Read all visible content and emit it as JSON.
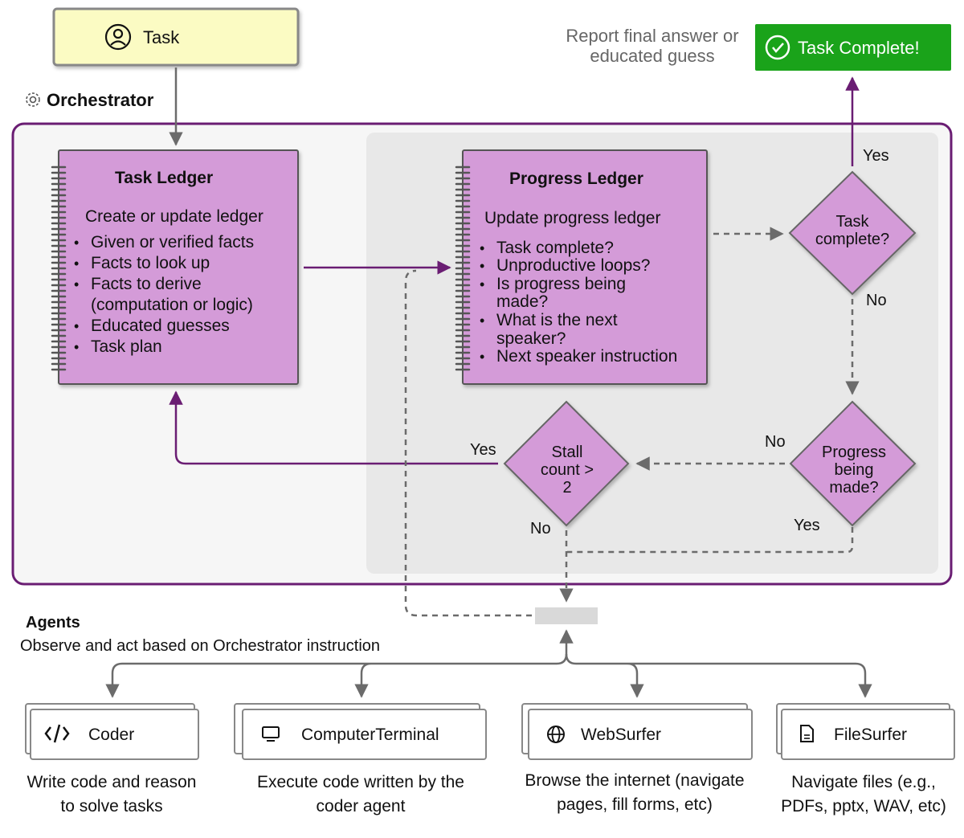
{
  "task": {
    "label": "Task",
    "icon": "user-circle-icon"
  },
  "orchestrator": {
    "label": "Orchestrator",
    "icon": "gear-icon"
  },
  "final": {
    "report_line1": "Report final answer or",
    "report_line2": "educated guess",
    "complete_label": "Task Complete!",
    "complete_icon": "check-circle-icon",
    "complete_color": "#1aa31a"
  },
  "task_ledger": {
    "title": "Task Ledger",
    "subtitle": "Create or update ledger",
    "items": [
      "Given or verified facts",
      "Facts to look up",
      "Facts to derive",
      "(computation or logic)",
      "Educated guesses",
      "Task plan"
    ]
  },
  "progress_ledger": {
    "title": "Progress Ledger",
    "subtitle": "Update progress ledger",
    "items": [
      "Task complete?",
      "Unproductive loops?",
      "Is progress being",
      "made?",
      "What is the next",
      "speaker?",
      "Next speaker instruction"
    ]
  },
  "decisions": {
    "task_complete": [
      "Task",
      "complete?"
    ],
    "progress": [
      "Progress",
      "being",
      "made?"
    ],
    "stall": [
      "Stall",
      "count >",
      "2"
    ]
  },
  "edge_labels": {
    "yes_complete": "Yes",
    "no_complete": "No",
    "no_progress": "No",
    "yes_progress": "Yes",
    "yes_stall": "Yes",
    "no_stall": "No"
  },
  "agents_section": {
    "title": "Agents",
    "subtitle": "Observe and act based on Orchestrator instruction"
  },
  "agents": [
    {
      "name": "Coder",
      "icon": "code-icon",
      "desc1": "Write code and reason",
      "desc2": "to solve tasks"
    },
    {
      "name": "ComputerTerminal",
      "icon": "monitor-icon",
      "desc1": "Execute code written by the",
      "desc2": "coder agent"
    },
    {
      "name": "WebSurfer",
      "icon": "globe-icon",
      "desc1": "Browse the internet (navigate",
      "desc2": "pages, fill forms, etc)"
    },
    {
      "name": "FileSurfer",
      "icon": "file-icon",
      "desc1": "Navigate files (e.g.,",
      "desc2": "PDFs, pptx, WAV, etc)"
    }
  ],
  "colors": {
    "purple": "#6a1d73",
    "ledger_fill": "#d49bd8",
    "task_fill": "#fbfbc3",
    "arrow_gray": "#6b6b6b"
  }
}
